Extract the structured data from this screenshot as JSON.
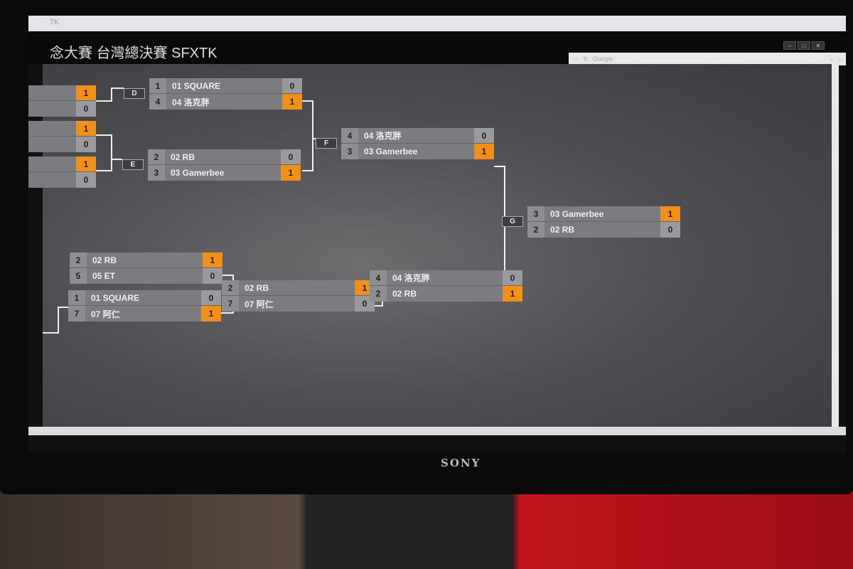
{
  "browser": {
    "tab_title": "TK",
    "search_placeholder": "Google",
    "window_buttons": [
      "–",
      "□",
      "✕"
    ]
  },
  "page": {
    "title": "念大賽 台灣總決賽 SFXTK"
  },
  "monitor": {
    "brand": "SONY"
  },
  "colors": {
    "winner": "#f0901a",
    "row": "#7c7c80"
  },
  "matches": [
    {
      "id": "p1",
      "partial": true,
      "rows": [
        {
          "seed": "",
          "name": "",
          "score": "1",
          "win": true
        },
        {
          "seed": "",
          "name": "",
          "score": "0",
          "win": false
        }
      ]
    },
    {
      "id": "p2",
      "partial": true,
      "rows": [
        {
          "seed": "",
          "name": "",
          "score": "1",
          "win": true
        },
        {
          "seed": "",
          "name": "",
          "score": "0",
          "win": false
        }
      ]
    },
    {
      "id": "p3",
      "partial": true,
      "rows": [
        {
          "seed": "",
          "name": "",
          "score": "1",
          "win": true
        },
        {
          "seed": "",
          "name": "",
          "score": "0",
          "win": false
        }
      ]
    },
    {
      "id": "D",
      "label": "D",
      "rows": [
        {
          "seed": "1",
          "name": "01 SQUARE",
          "score": "0",
          "win": false
        },
        {
          "seed": "4",
          "name": "04 洛克胖",
          "score": "1",
          "win": true
        }
      ]
    },
    {
      "id": "E",
      "label": "E",
      "rows": [
        {
          "seed": "2",
          "name": "02 RB",
          "score": "0",
          "win": false
        },
        {
          "seed": "3",
          "name": "03 Gamerbee",
          "score": "1",
          "win": true
        }
      ]
    },
    {
      "id": "F",
      "label": "F",
      "rows": [
        {
          "seed": "4",
          "name": "04 洛克胖",
          "score": "0",
          "win": false
        },
        {
          "seed": "3",
          "name": "03 Gamerbee",
          "score": "1",
          "win": true
        }
      ]
    },
    {
      "id": "G",
      "label": "G",
      "rows": [
        {
          "seed": "3",
          "name": "03 Gamerbee",
          "score": "1",
          "win": true
        },
        {
          "seed": "2",
          "name": "02 RB",
          "score": "0",
          "win": false
        }
      ]
    },
    {
      "id": "L1",
      "rows": [
        {
          "seed": "2",
          "name": "02 RB",
          "score": "1",
          "win": true
        },
        {
          "seed": "5",
          "name": "05 ET",
          "score": "0",
          "win": false
        }
      ]
    },
    {
      "id": "L2",
      "rows": [
        {
          "seed": "1",
          "name": "01 SQUARE",
          "score": "0",
          "win": false
        },
        {
          "seed": "7",
          "name": "07 阿仁",
          "score": "1",
          "win": true
        }
      ]
    },
    {
      "id": "L3",
      "rows": [
        {
          "seed": "2",
          "name": "02 RB",
          "score": "1",
          "win": true
        },
        {
          "seed": "7",
          "name": "07 阿仁",
          "score": "0",
          "win": false
        }
      ]
    },
    {
      "id": "L4",
      "rows": [
        {
          "seed": "4",
          "name": "04 洛克胖",
          "score": "0",
          "win": false
        },
        {
          "seed": "2",
          "name": "02 RB",
          "score": "1",
          "win": true
        }
      ]
    }
  ]
}
